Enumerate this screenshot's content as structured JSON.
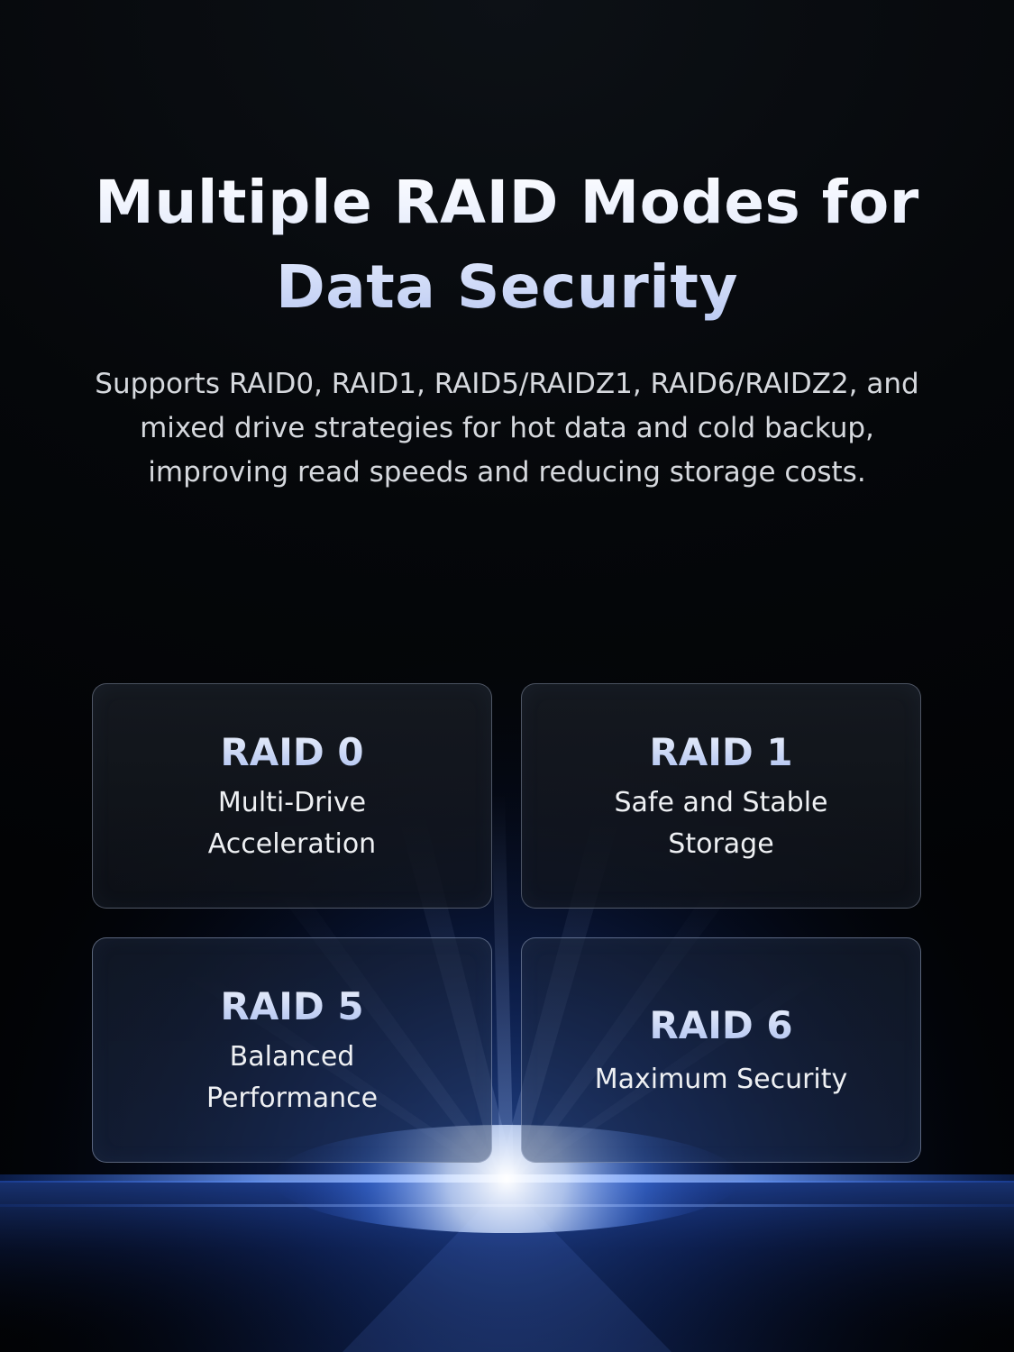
{
  "headline": {
    "line1": "Multiple RAID Modes for",
    "line2": "Data Security"
  },
  "description": {
    "line1": "Supports RAID0, RAID1, RAID5/RAIDZ1, RAID6/RAIDZ2, and",
    "line2": "mixed drive strategies for hot data and cold backup,",
    "line3": "improving read speeds and reducing storage costs."
  },
  "modes": [
    {
      "title": "RAID 0",
      "desc_line1": "Multi-Drive",
      "desc_line2": "Acceleration"
    },
    {
      "title": "RAID 1",
      "desc_line1": "Safe and Stable",
      "desc_line2": "Storage"
    },
    {
      "title": "RAID 5",
      "desc_line1": "Balanced",
      "desc_line2": "Performance"
    },
    {
      "title": "RAID 6",
      "desc_line1": "Maximum Security"
    }
  ],
  "colors": {
    "background": "#000000",
    "glow": "#2f6fff",
    "glow_core": "#ffffff",
    "title_gradient_end": "#a7bcef"
  }
}
